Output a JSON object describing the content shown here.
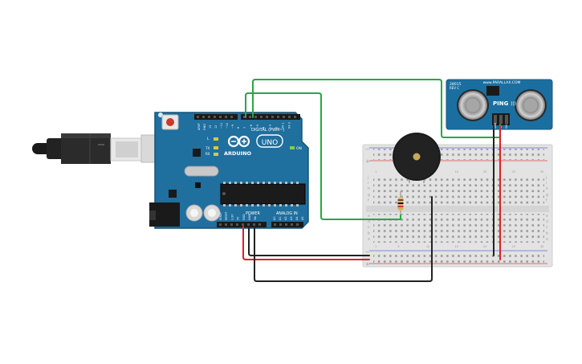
{
  "canvas": {
    "background": "#ffffff"
  },
  "arduino": {
    "brand": "ARDUINO",
    "model": "UNO",
    "on_label": "ON",
    "digital_label": "DIGITAL (PWM~)",
    "power_label": "POWER",
    "analog_label": "ANALOG IN",
    "led_l": "L",
    "led_tx": "TX",
    "led_rx": "RX",
    "aref": "AREF",
    "gnd": "GND",
    "pins_top": [
      "13",
      "12",
      "~11",
      "~10",
      "~9",
      "8",
      "7",
      "~6",
      "~5",
      "4",
      "~3",
      "2",
      "TX 1",
      "RX 0"
    ],
    "pins_power": [
      "IOREF",
      "RESET",
      "3.3V",
      "5V",
      "GND",
      "GND",
      "Vin"
    ],
    "pins_analog": [
      "A0",
      "A1",
      "A2",
      "A3",
      "A4",
      "A5"
    ],
    "board_color": "#1f6f9f"
  },
  "sensor": {
    "model_line1": "28015",
    "model_line2": "REV C",
    "site": "www.PARALLAX.COM",
    "name": "PING",
    "pins": [
      "GND",
      "5V",
      "SIG"
    ],
    "board_color": "#1b6fa0"
  },
  "wires": {
    "power_color": "#e02020",
    "ground_color": "#222222",
    "signal_color": "#27a844"
  },
  "breadboard": {
    "rows_top": [
      "j",
      "i",
      "h",
      "g",
      "f"
    ],
    "rows_bottom": [
      "e",
      "d",
      "c",
      "b",
      "a"
    ],
    "columns": [
      "1",
      "5",
      "10",
      "15",
      "20",
      "25",
      "30"
    ]
  }
}
